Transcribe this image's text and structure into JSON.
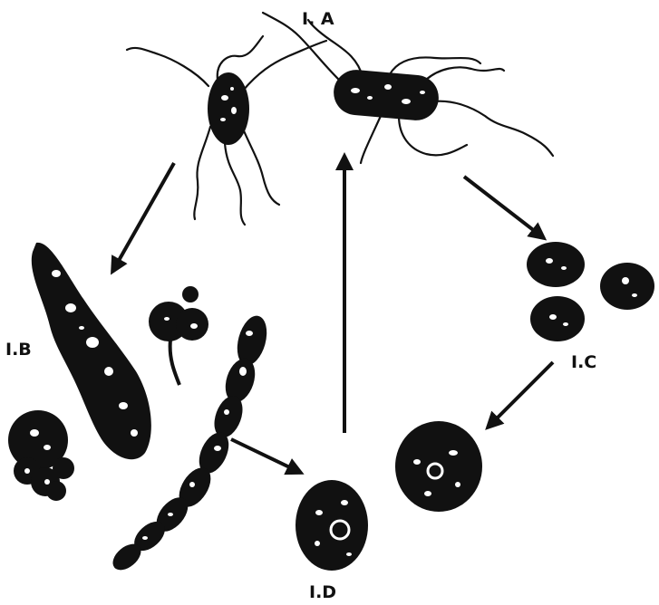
{
  "labels": {
    "stage_a": "I. A",
    "stage_b": "I.B",
    "stage_c": "I.C",
    "stage_d": "I.D"
  },
  "colors": {
    "ink": "#111111",
    "highlight": "#ffffff",
    "background": "#ffffff"
  }
}
